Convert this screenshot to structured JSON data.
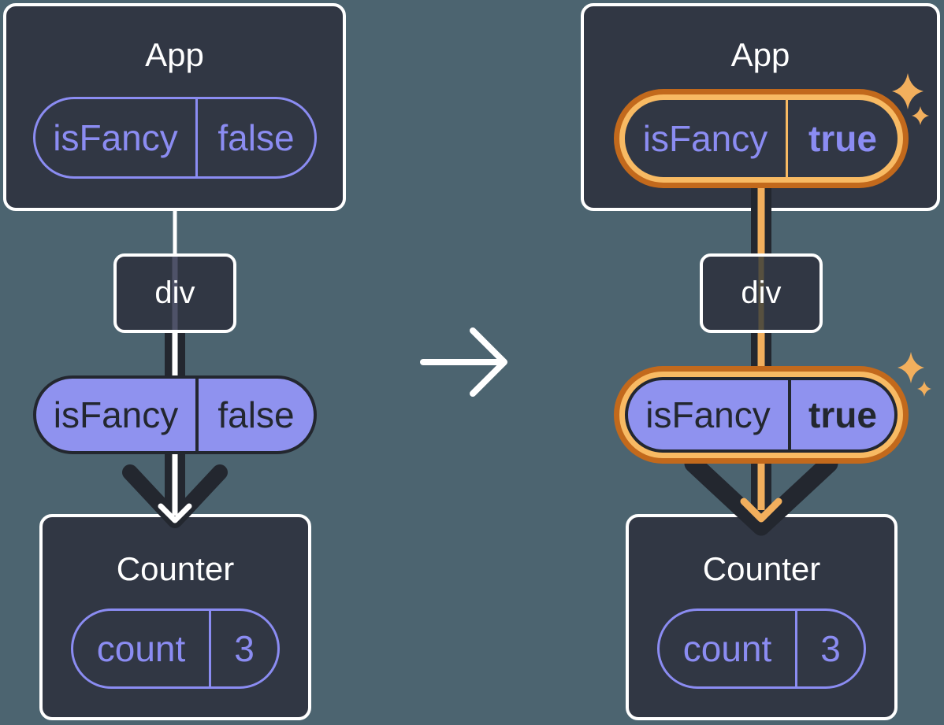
{
  "diagram": "react-props-flow-before-after",
  "colors": {
    "background": "#4C6470",
    "card": "#313744",
    "card_border": "#FFFFFF",
    "dark": "#23272F",
    "purple_stroke": "#8B8CF2",
    "purple_fill": "#8F92EF",
    "highlight_orange_light": "#F8BA63",
    "highlight_orange_dark": "#C2691C",
    "arrow_orange": "#F2AF5D",
    "white_arrow": "#FFFFFF"
  },
  "icons": {
    "transition_arrow": "right-arrow-icon",
    "sparkle": "sparkle-icon"
  },
  "panels": {
    "before": {
      "app": {
        "title": "App"
      },
      "app_prop": {
        "name": "isFancy",
        "value": "false",
        "highlighted": false
      },
      "div": {
        "label": "div"
      },
      "passed_prop": {
        "name": "isFancy",
        "value": "false",
        "highlighted": false
      },
      "counter": {
        "title": "Counter"
      },
      "counter_state": {
        "name": "count",
        "value": "3"
      }
    },
    "after": {
      "app": {
        "title": "App"
      },
      "app_prop": {
        "name": "isFancy",
        "value": "true",
        "highlighted": true
      },
      "div": {
        "label": "div"
      },
      "passed_prop": {
        "name": "isFancy",
        "value": "true",
        "highlighted": true
      },
      "counter": {
        "title": "Counter"
      },
      "counter_state": {
        "name": "count",
        "value": "3"
      }
    }
  }
}
